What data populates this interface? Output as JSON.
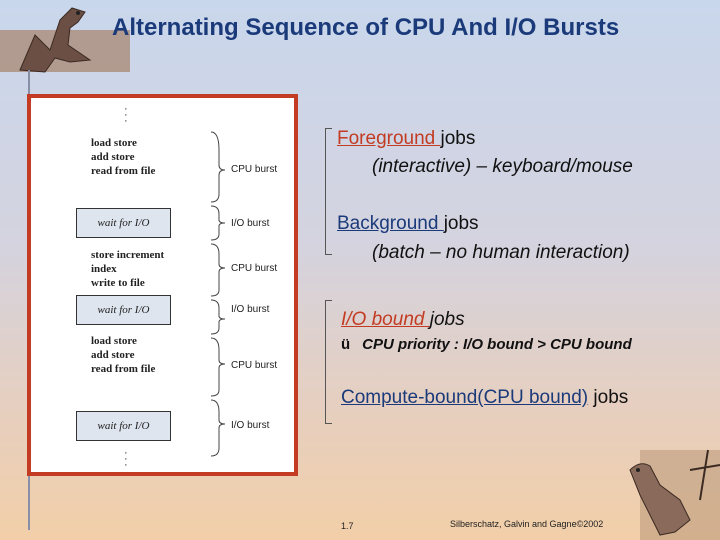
{
  "slide": {
    "title": "Alternating Sequence of CPU And I/O Bursts",
    "page_number": "1.7",
    "credit": "Silberschatz, Galvin and Gagne©2002"
  },
  "figure": {
    "block1": [
      "load store",
      "add store",
      "read from file"
    ],
    "block2": [
      "store increment",
      "index",
      "write to file"
    ],
    "block3": [
      "load store",
      "add store",
      "read from file"
    ],
    "wait_label": "wait for I/O",
    "cpu_burst": "CPU burst",
    "io_burst": "I/O burst"
  },
  "bullets": {
    "fg_head": "Foreground ",
    "fg_tail": " jobs",
    "fg_sub": "(interactive) – keyboard/mouse",
    "bg_head": "Background ",
    "bg_tail": " jobs",
    "bg_sub": "(batch – no human interaction)",
    "io_head": "I/O bound ",
    "io_tail": "jobs",
    "io_check_mark": "ü",
    "io_check": "CPU priority : I/O bound > CPU bound",
    "cb_head": "Compute-bound(CPU bound)",
    "cb_tail": " jobs"
  }
}
